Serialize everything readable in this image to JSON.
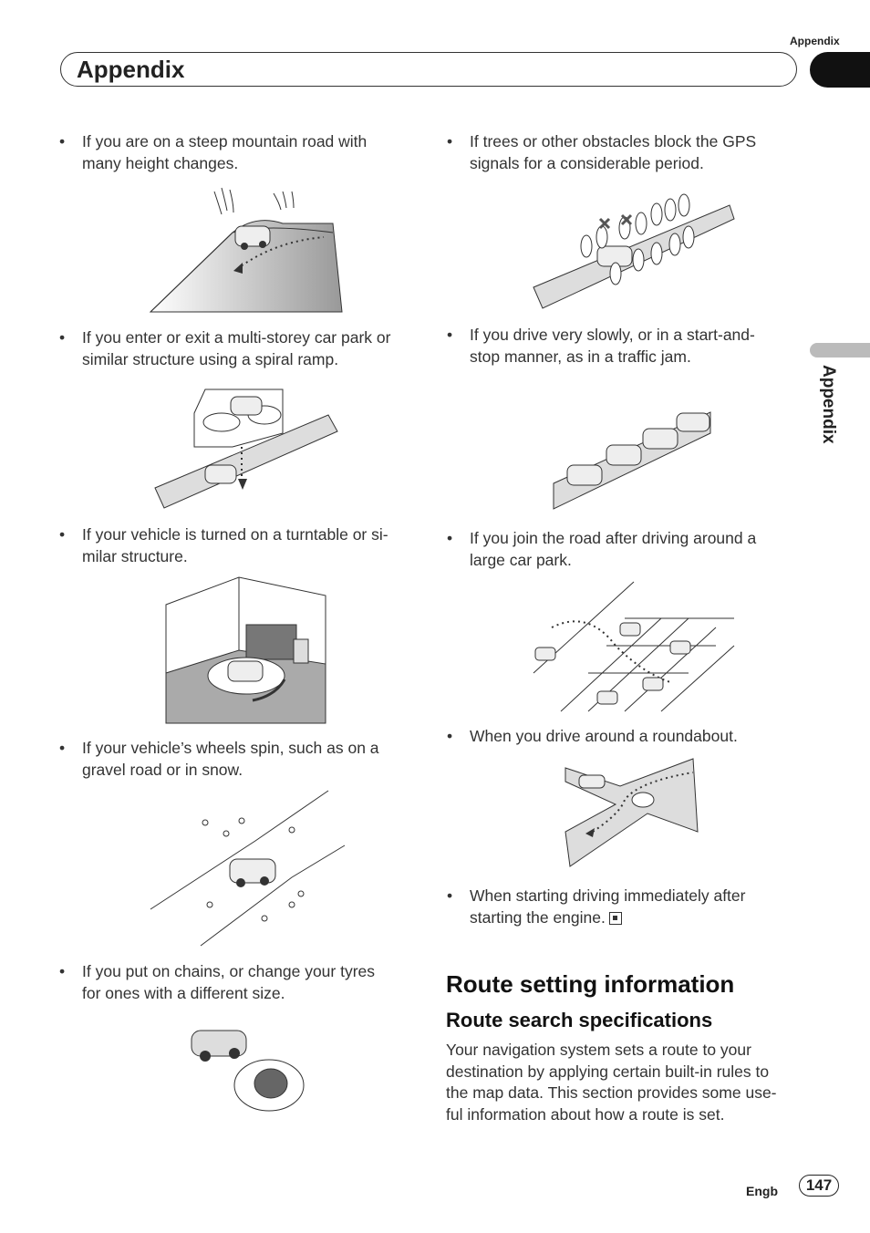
{
  "header": {
    "top_label": "Appendix",
    "title": "Appendix"
  },
  "side_tab": {
    "label": "Appendix"
  },
  "left_bullets": [
    {
      "line1": "If you are on a steep mountain road with",
      "line2": "many height changes."
    },
    {
      "line1": "If you enter or exit a multi-storey car park or",
      "line2": "similar structure using a spiral ramp."
    },
    {
      "line1": "If your vehicle is turned on a turntable or si-",
      "line2": "milar structure."
    },
    {
      "line1": "If your vehicle’s wheels spin, such as on a",
      "line2": "gravel road or in snow."
    },
    {
      "line1": "If you put on chains, or change your tyres",
      "line2": "for ones with a different size."
    }
  ],
  "right_bullets": [
    {
      "line1": "If trees or other obstacles block the GPS",
      "line2": "signals for a considerable period."
    },
    {
      "line1": "If you drive very slowly, or in a start-and-",
      "line2": "stop manner, as in a traffic jam."
    },
    {
      "line1": "If you join the road after driving around a",
      "line2": "large car park."
    },
    {
      "line1": "When you drive around a roundabout.",
      "line2": ""
    },
    {
      "line1": "When starting driving immediately after",
      "line2": "starting the engine."
    }
  ],
  "section": {
    "title": "Route setting information",
    "subtitle": "Route search specifications",
    "paragraph": [
      "Your navigation system sets a route to your",
      "destination by applying certain built-in rules to",
      "the map data. This section provides some use-",
      "ful information about how a route is set."
    ]
  },
  "footer": {
    "lang": "Engb",
    "page": "147"
  }
}
